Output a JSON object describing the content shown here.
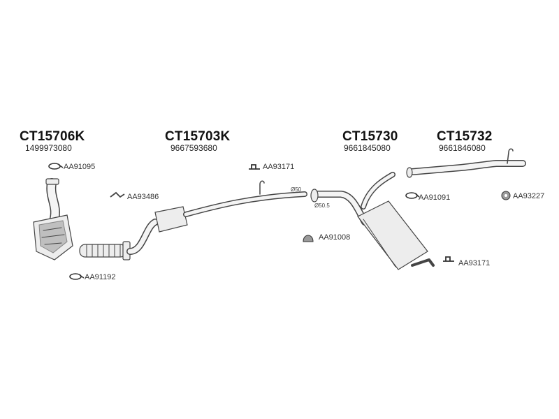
{
  "groups": [
    {
      "code": "CT15706K",
      "oem": "1499973080"
    },
    {
      "code": "CT15703K",
      "oem": "9667593680"
    },
    {
      "code": "CT15730",
      "oem": "9661845080"
    },
    {
      "code": "CT15732",
      "oem": "9661846080"
    }
  ],
  "parts": {
    "aa91095": "AA91095",
    "aa93486": "AA93486",
    "aa91192": "AA91192",
    "aa93171_top": "AA93171",
    "aa91008": "AA91008",
    "aa91091": "AA91091",
    "aa93227": "AA93227",
    "aa93171_bottom": "AA93171"
  },
  "diameters": {
    "d50": "Ø50",
    "d50_5": "Ø50.5"
  },
  "colors": {
    "line": "#444444",
    "fill": "#ededed",
    "text": "#111111"
  },
  "icons": [
    "clamp-icon",
    "bracket-icon",
    "hanger-icon",
    "gasket-icon",
    "rubber-mount-icon"
  ]
}
